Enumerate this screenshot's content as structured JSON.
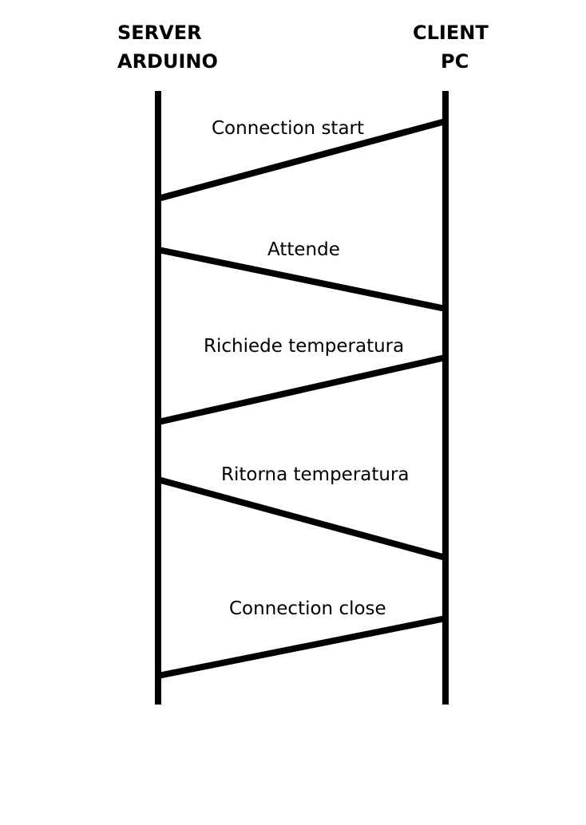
{
  "participants": {
    "server": {
      "line1": "SERVER",
      "line2": "ARDUINO"
    },
    "client": {
      "line1": "CLIENT",
      "line2": "PC"
    }
  },
  "messages": [
    {
      "label": "Connection start",
      "from": "client",
      "to": "server"
    },
    {
      "label": "Attende",
      "from": "server",
      "to": "client"
    },
    {
      "label": "Richiede temperatura",
      "from": "client",
      "to": "server"
    },
    {
      "label": "Ritorna temperatura",
      "from": "server",
      "to": "client"
    },
    {
      "label": "Connection close",
      "from": "client",
      "to": "server"
    }
  ],
  "colors": {
    "line": "#000000",
    "background": "#ffffff"
  }
}
